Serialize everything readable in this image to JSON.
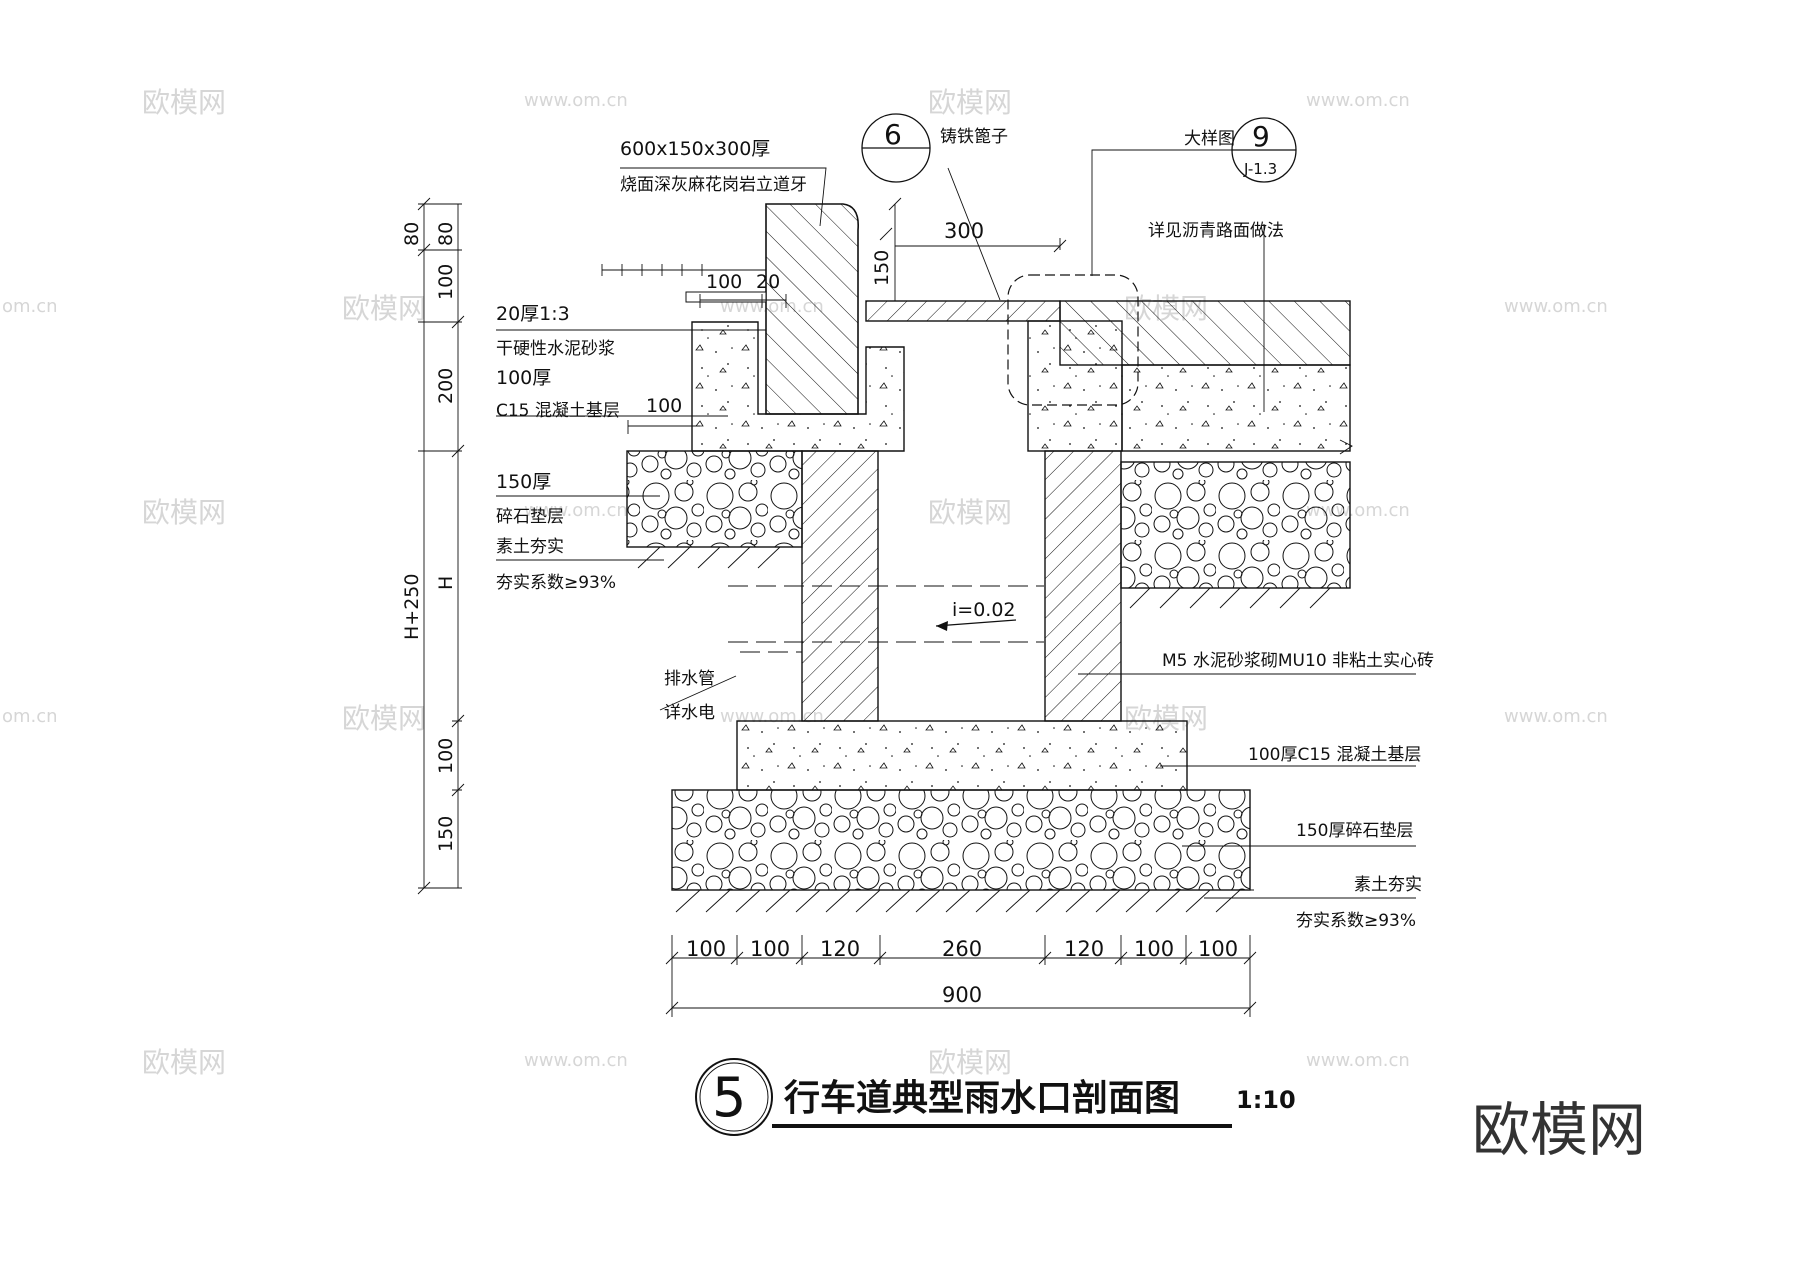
{
  "watermarks": {
    "site": "www.om.cn",
    "brand": "欧模网",
    "corner_logo": "欧模网",
    "edge": "om.cn"
  },
  "labels": {
    "curb_size": "600x150x300厚",
    "curb_desc": "烧面深灰麻花岗岩立道牙",
    "grate_tag": "6",
    "grate_label": "铸铁篦子",
    "detail_label": "大样图",
    "detail_tag_num": "9",
    "detail_tag_ref": "J-1.3",
    "asphalt_ref": "详见沥青路面做法",
    "mortar_1": "20厚1:3",
    "mortar_2": "干硬性水泥砂浆",
    "conc_1": "100厚",
    "conc_2": "C15 混凝土基层",
    "gravel_1": "150厚",
    "gravel_2": "碎石垫层",
    "soil_1": "素土夯实",
    "soil_2": "夯实系数≥93%",
    "slope": "i=0.02",
    "brick": "M5 水泥砂浆砌MU10 非粘土实心砖",
    "pipe_1": "排水管",
    "pipe_2": "详水电",
    "base_conc": "100厚C15 混凝土基层",
    "base_gravel": "150厚碎石垫层",
    "base_soil_1": "素土夯实",
    "base_soil_2": "夯实系数≥93%"
  },
  "dimensions": {
    "left": [
      "80",
      "80",
      "100",
      "200",
      "H+250",
      "H",
      "100",
      "150"
    ],
    "top": [
      "300",
      "150",
      "100",
      "20",
      "100"
    ],
    "bottom": [
      "100",
      "100",
      "120",
      "260",
      "120",
      "100",
      "100"
    ],
    "total": "900"
  },
  "title": {
    "number": "5",
    "text": "行车道典型雨水口剖面图",
    "scale": "1:10"
  }
}
